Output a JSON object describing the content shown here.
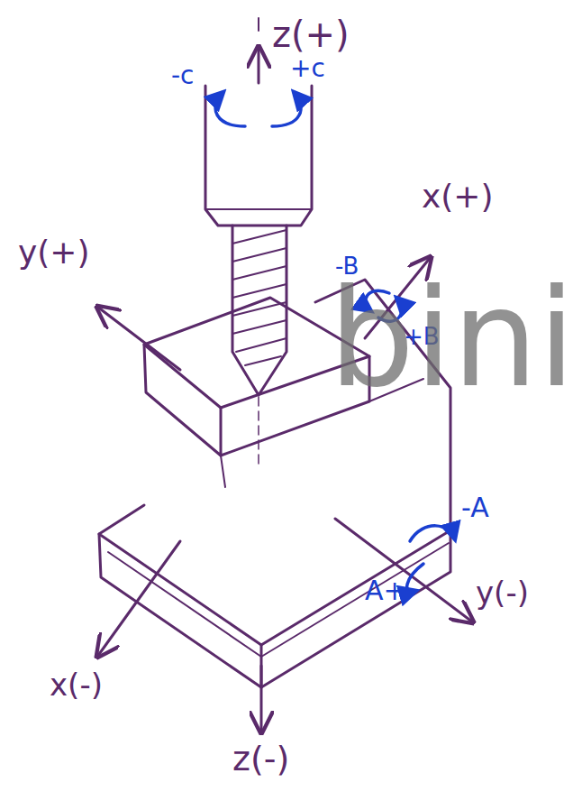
{
  "diagram": {
    "labels": [
      "z(+)",
      "-c",
      "+c",
      "y(+)",
      "x(+)",
      "-B",
      "+B",
      "bini",
      "-A",
      "A+",
      "y(-)",
      "x(-)",
      "z(-)"
    ]
  }
}
